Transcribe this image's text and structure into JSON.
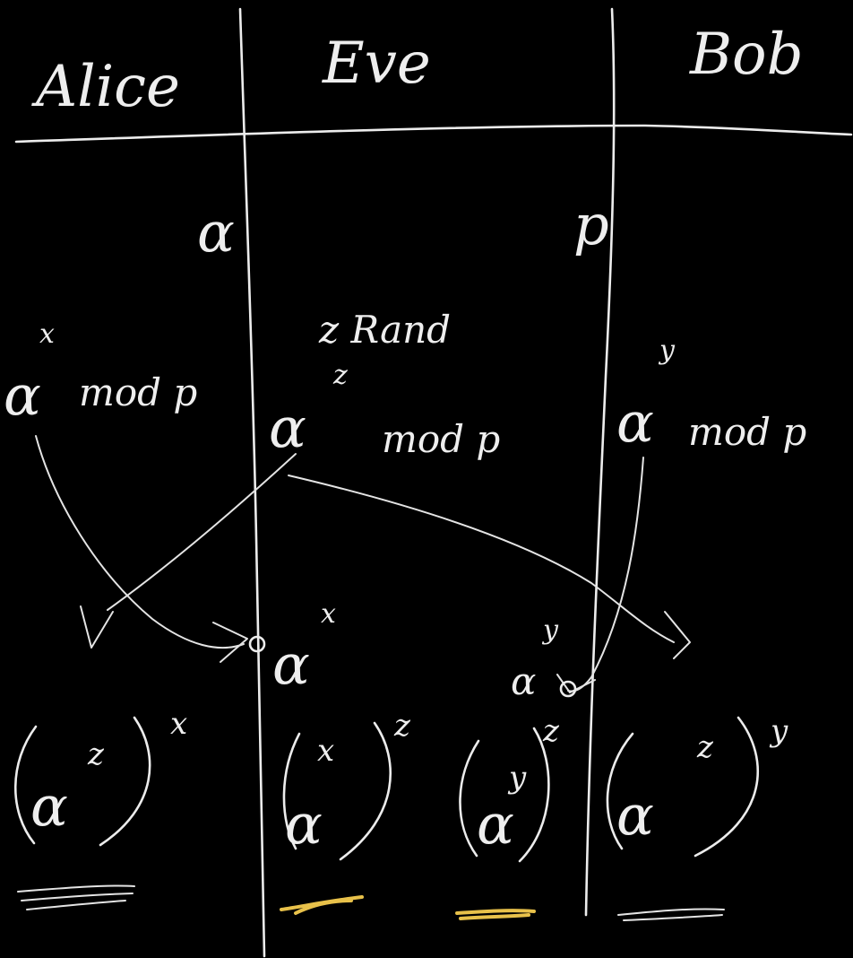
{
  "headers": {
    "alice": "Alice",
    "eve": "Eve",
    "bob": "Bob"
  },
  "public": {
    "alpha": "α",
    "p": "p"
  },
  "alice_send": {
    "base": "α",
    "exp": "x",
    "mod": "mod p"
  },
  "eve_rand": {
    "label": "z Rand",
    "base": "α",
    "exp": "z",
    "mod": "mod p"
  },
  "bob_send": {
    "base": "α",
    "exp": "y",
    "mod": "mod p"
  },
  "received": {
    "eve_from_alice": {
      "base": "α",
      "exp": "x"
    },
    "eve_from_bob": {
      "base": "α",
      "exp": "y"
    }
  },
  "keys": {
    "alice": {
      "inner_base": "α",
      "inner_exp": "z",
      "outer_exp": "x"
    },
    "eve_alice": {
      "inner_base": "α",
      "inner_exp": "x",
      "outer_exp": "z"
    },
    "eve_bob": {
      "inner_base": "α",
      "inner_exp": "y",
      "outer_exp": "z"
    },
    "bob": {
      "inner_base": "α",
      "inner_exp": "z",
      "outer_exp": "y"
    }
  },
  "colors": {
    "background": "#000000",
    "ink": "#ececec",
    "highlight": "#e8c14a"
  }
}
